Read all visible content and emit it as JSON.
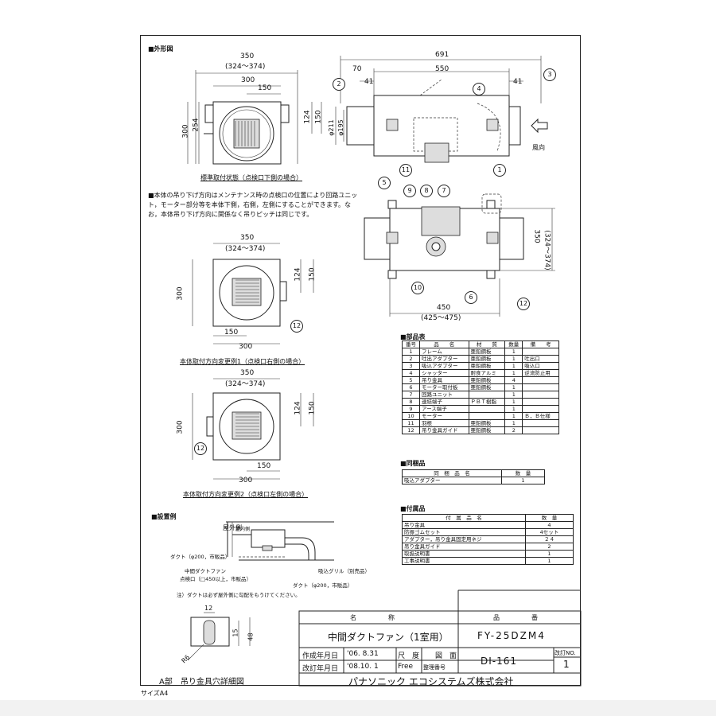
{
  "sections": {
    "outline": "■外形図",
    "note": "■本体の吊り下げ方向はメンテナンス時の点検口の位置により回路ユニット，モーター部分等を本体下側，右側，左側にすることができます。なお，本体吊り下げ方向に関係なく吊りピッチは同じです。",
    "parts": "■部品表",
    "bundled": "■同梱品",
    "accessories": "■付属品",
    "install": "■設置例"
  },
  "views": {
    "standard_caption": "標準取付状態（点検口下側の場合）",
    "change1_caption": "本体取付方向変更例1（点検口右側の場合）",
    "change2_caption": "本体取付方向変更例2（点検口左側の場合）",
    "detail_caption": "A部　吊り金具穴詳細図",
    "airflow_label": "風向"
  },
  "dims": {
    "w350": "350",
    "w_range": "(324～374)",
    "w300": "300",
    "w150": "150",
    "h254": "254",
    "h300": "300",
    "h124": "124",
    "h150": "150",
    "l691": "691",
    "l70": "70",
    "l550": "550",
    "l41a": "41",
    "l41b": "41",
    "d211": "φ211",
    "d195": "φ195",
    "w450": "450",
    "w450_range": "(425～475)",
    "v350": "350",
    "v_range": "(324～374)",
    "d12": "12",
    "d15": "15",
    "d48": "48",
    "r6": "R6"
  },
  "balloons": [
    "2",
    "4",
    "3",
    "11",
    "1",
    "5",
    "9",
    "8",
    "7",
    "10",
    "6",
    "12",
    "12",
    "12"
  ],
  "parts_table": {
    "headers": [
      "番号",
      "品　　名",
      "材　　質",
      "数量",
      "備　　考"
    ],
    "rows": [
      [
        "1",
        "フレーム",
        "亜鉛鋼板",
        "1",
        ""
      ],
      [
        "2",
        "吐出アダプター",
        "亜鉛鋼板",
        "1",
        "吐出口"
      ],
      [
        "3",
        "吸込アダプター",
        "亜鉛鋼板",
        "1",
        "吸込口"
      ],
      [
        "4",
        "シャッター",
        "耐食アルミ",
        "1",
        "逆流防止用"
      ],
      [
        "5",
        "吊り金具",
        "亜鉛鋼板",
        "4",
        ""
      ],
      [
        "6",
        "モーター取付板",
        "亜鉛鋼板",
        "1",
        ""
      ],
      [
        "7",
        "回路ユニット",
        "",
        "1",
        ""
      ],
      [
        "8",
        "速結端子",
        "ＰＢＴ樹脂",
        "1",
        ""
      ],
      [
        "9",
        "アース端子",
        "",
        "1",
        ""
      ],
      [
        "10",
        "モーター",
        "",
        "1",
        "Ｂ，Ｂ仕様"
      ],
      [
        "11",
        "羽根",
        "亜鉛鋼板",
        "1",
        ""
      ],
      [
        "12",
        "吊り金具ガイド",
        "亜鉛鋼板",
        "2",
        ""
      ]
    ]
  },
  "bundled_table": {
    "headers": [
      "同　梱　品　名",
      "数　量"
    ],
    "rows": [
      [
        "吸込アダプター",
        "1"
      ]
    ]
  },
  "accessories_table": {
    "headers": [
      "付　属　品　名",
      "数　量"
    ],
    "rows": [
      [
        "吊り金具",
        "4"
      ],
      [
        "防振ゴムセット",
        "4セット"
      ],
      [
        "アダプター，吊り金具固定用ネジ",
        "２４"
      ],
      [
        "吊り金具ガイド",
        "2"
      ],
      [
        "取扱説明書",
        "1"
      ],
      [
        "工事説明書",
        "1"
      ]
    ]
  },
  "install": {
    "outdoor": "屋外側",
    "indoor": "屋内側",
    "duct1": "ダクト（φ200，市販品）",
    "fan": "中間ダクトファン",
    "inspection": "点検口（□450以上，市販品）",
    "grill": "吸込グリル（別売品）",
    "duct2": "ダクト（φ200，市販品）",
    "note": "注）ダクトは必ず屋外側に勾配をもうけてください。"
  },
  "title_block": {
    "name_label": "名　　　　　称",
    "number_label": "品　　　　　番",
    "product_name": "中間ダクトファン（1室用）",
    "product_number": "FY-25DZM4",
    "created_label": "作成年月日",
    "created_date": "'06. 8.31",
    "scale_label": "尺　度",
    "scale_value": "Free",
    "revised_label": "改訂年月日",
    "revised_date": "'08.10. 1",
    "drawing_label": "図　面",
    "register_label": "整理番号",
    "drawing_no": "DI-161",
    "rev_label": "改訂NO.",
    "rev_value": "1",
    "company": "パナソニック エコシステムズ株式会社"
  },
  "size_note": "サイズA4"
}
